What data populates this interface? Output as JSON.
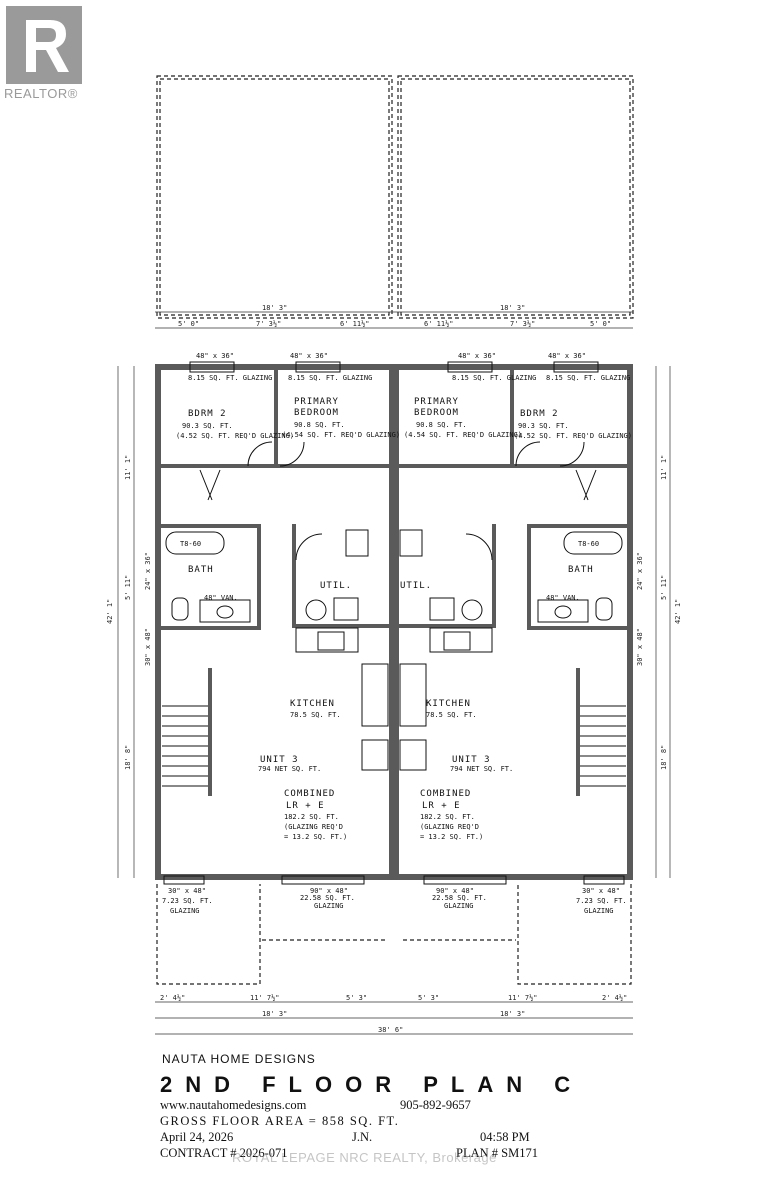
{
  "logo": {
    "name": "realtor-logo",
    "mark": "R",
    "text": "REALTOR®"
  },
  "plan": {
    "dims_top": {
      "overall_each": "18' 3\"",
      "left_segments": [
        "5' 0\"",
        "7' 3½\"",
        "6' 11½\""
      ],
      "right_segments": [
        "6' 11½\"",
        "7' 3½\"",
        "5' 0\""
      ]
    },
    "dims_bottom": {
      "overall_each": "18' 3\"",
      "total": "38' 6\"",
      "left_segments": [
        "2' 4½\"",
        "11' 7½\"",
        "5' 3\""
      ],
      "right_segments": [
        "5' 3\"",
        "11' 7½\"",
        "2' 4½\""
      ]
    },
    "dims_side": {
      "overall": "42' 1\"",
      "upper": "11' 1\"",
      "mid": "5' 11\"",
      "lower": "18' 8\"",
      "window_24": "24\" x 36\"",
      "window_30": "30\" x 48\""
    },
    "units": [
      {
        "windows_top": [
          "48\" x 36\"",
          "48\" x 36\""
        ],
        "bdrm2": {
          "name": "BDRM 2",
          "area": "90.3 SQ. FT.",
          "req": "(4.52 SQ. FT. REQ'D GLAZING)",
          "glazing": "8.15 SQ. FT. GLAZING"
        },
        "primary": {
          "name1": "PRIMARY",
          "name2": "BEDROOM",
          "area": "90.8 SQ. FT.",
          "req": "(4.54 SQ. FT. REQ'D GLAZING)",
          "glazing": "8.15 SQ. FT. GLAZING"
        },
        "bath": {
          "name": "BATH",
          "tub": "T8-60",
          "van": "48\" VAN."
        },
        "util": "UTIL.",
        "kitchen": {
          "name": "KITCHEN",
          "area": "78.5 SQ. FT."
        },
        "unit": {
          "name": "UNIT 3",
          "area": "794 NET SQ. FT."
        },
        "lr": {
          "name1": "COMBINED",
          "name2": "LR + E",
          "area": "182.2 SQ. FT.",
          "req1": "(GLAZING REQ'D",
          "req2": "= 13.2 SQ. FT.)"
        },
        "windows_bottom": [
          {
            "size": "30\" x 48\"",
            "area": "7.23 SQ. FT.",
            "label": "GLAZING"
          },
          {
            "size": "90\" x 48\"",
            "area": "22.58 SQ. FT.",
            "label": "GLAZING"
          }
        ]
      }
    ]
  },
  "titleblock": {
    "brand": "NAUTA HOME DESIGNS",
    "title": "2ND FLOOR PLAN C",
    "website": "www.nautahomedesigns.com",
    "phone": "905-892-9657",
    "gfa": "GROSS FLOOR AREA = 858 SQ. FT.",
    "date": "April 24, 2026",
    "initials": "J.N.",
    "time": "04:58 PM",
    "contract": "CONTRACT # 2026-071",
    "plan_no": "PLAN # SM171",
    "watermark": "ROYAL LEPAGE NRC REALTY, Brokerage"
  }
}
